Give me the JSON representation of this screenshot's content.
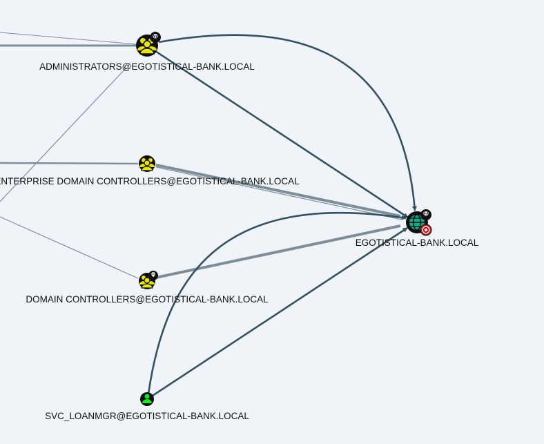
{
  "colors": {
    "background": "#f0f4f9",
    "edge_dark": "#35505f",
    "edge_light": "#7d8e99",
    "group_node": "#e4e31b",
    "user_node": "#17e625",
    "domain_node": "#20a88a",
    "target_badge": "#c0181d"
  },
  "nodes": {
    "administrators": {
      "label": "ADMINISTRATORS@EGOTISTICAL-BANK.LOCAL",
      "type": "group",
      "icon": "group-icon",
      "badge": "highvalue-gem-icon"
    },
    "enterprise_dcs": {
      "label": "ENTERPRISE DOMAIN CONTROLLERS@EGOTISTICAL-BANK.LOCAL",
      "type": "group",
      "icon": "group-icon"
    },
    "domain_controllers": {
      "label": "DOMAIN CONTROLLERS@EGOTISTICAL-BANK.LOCAL",
      "type": "group",
      "icon": "group-icon",
      "badge": "highvalue-gem-icon"
    },
    "svc_loanmgr": {
      "label": "SVC_LOANMGR@EGOTISTICAL-BANK.LOCAL",
      "type": "user",
      "icon": "user-icon"
    },
    "domain": {
      "label": "EGOTISTICAL-BANK.LOCAL",
      "type": "domain",
      "icon": "globe-icon",
      "badges": [
        "highvalue-gem-icon",
        "target-icon"
      ]
    }
  }
}
